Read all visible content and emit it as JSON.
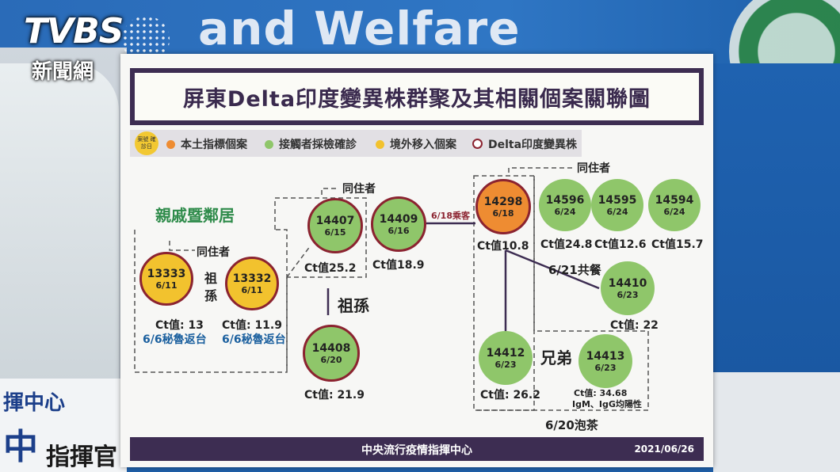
{
  "background": {
    "wall_text": "and Welfare",
    "logo_brand": "TVBS",
    "logo_sub": "新聞網",
    "plaque_line1": "揮中心",
    "plaque_big": "中",
    "plaque_line2": "指揮官"
  },
  "board": {
    "title": "屏東Delta印度變異株群聚及其相關個案關聯圖",
    "legend": {
      "key_text": "案號 確診日",
      "items": [
        {
          "label": "本土指標個案",
          "color": "#ee8c32"
        },
        {
          "label": "接觸者採檢確診",
          "color": "#8fc66a"
        },
        {
          "label": "境外移入個案",
          "color": "#f2c22e"
        },
        {
          "label": "Delta印度變異株",
          "color": "#8b2330"
        }
      ]
    },
    "labels": {
      "relatives_neighbors": "親戚暨鄰居",
      "cohab_left": "同住者",
      "cohab_mid": "同住者",
      "cohab_right": "同住者",
      "grandparent_v1": "祖",
      "grandparent_v2": "孫",
      "grandparent_h": "祖孫",
      "ride": "6/18乘客",
      "dinner": "6/21共餐",
      "brothers": "兄弟",
      "tea": "6/20泡茶"
    },
    "cases": [
      {
        "id": "13333",
        "date": "6/11",
        "ct": "Ct值: 13",
        "note": "6/6秘魯返台"
      },
      {
        "id": "13332",
        "date": "6/11",
        "ct": "Ct值: 11.9",
        "note": "6/6秘魯返台"
      },
      {
        "id": "14407",
        "date": "6/15",
        "ct": "Ct值25.2"
      },
      {
        "id": "14409",
        "date": "6/16",
        "ct": "Ct值18.9"
      },
      {
        "id": "14408",
        "date": "6/20",
        "ct": "Ct值: 21.9"
      },
      {
        "id": "14298",
        "date": "6/18",
        "ct": "Ct值10.8"
      },
      {
        "id": "14596",
        "date": "6/24",
        "ct": "Ct值24.8"
      },
      {
        "id": "14595",
        "date": "6/24",
        "ct": "Ct值12.6"
      },
      {
        "id": "14594",
        "date": "6/24",
        "ct": "Ct值15.7"
      },
      {
        "id": "14410",
        "date": "6/23",
        "ct": "Ct值: 22"
      },
      {
        "id": "14412",
        "date": "6/23",
        "ct": "Ct值: 26.2"
      },
      {
        "id": "14413",
        "date": "6/23",
        "ct": "Ct值: 34.68",
        "note": "IgM、IgG均陽性"
      }
    ],
    "footer_center": "中央流行疫情指揮中心",
    "footer_date": "2021/06/26"
  }
}
